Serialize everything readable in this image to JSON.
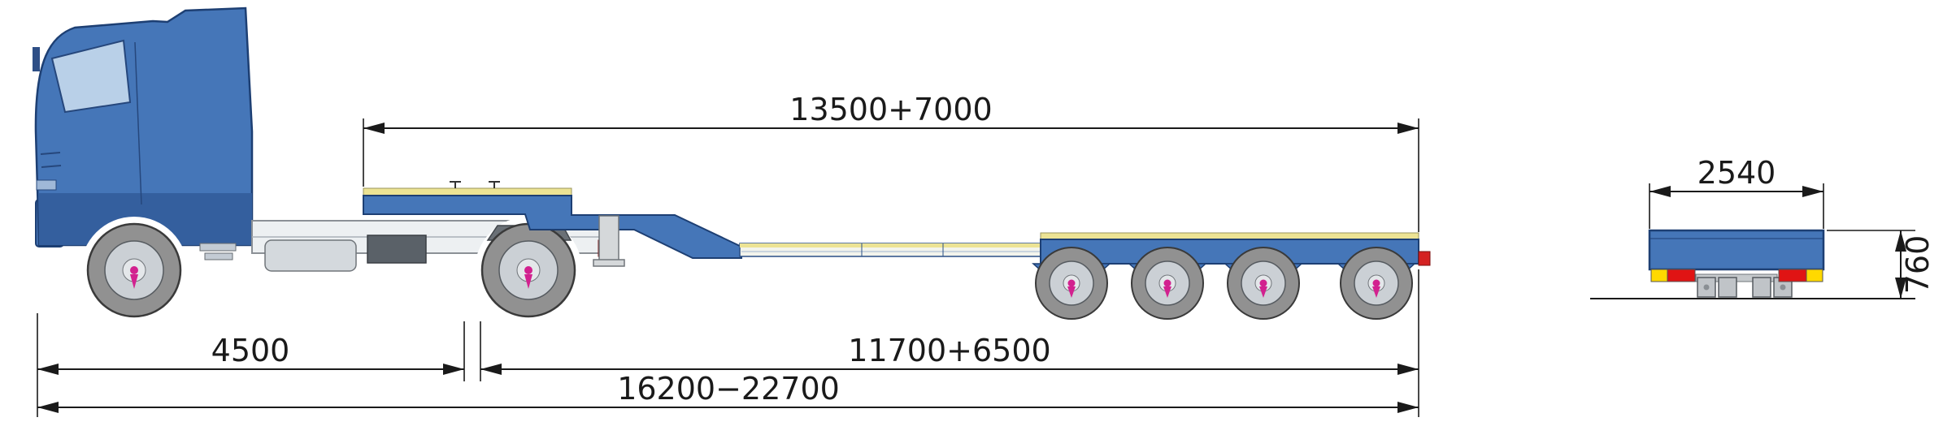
{
  "drawing": {
    "dimensions": {
      "deck_length": "13500+7000",
      "front_section_length": "4500",
      "loading_deck_length": "11700+6500",
      "overall_length": "16200−22700",
      "overall_width": "2540",
      "deck_height": "760"
    },
    "colors": {
      "body_blue": "#4576b8",
      "body_blue_dark": "#345f9e",
      "outline_blue": "#1d3f73",
      "window_blue": "#b9d0e8",
      "deck_yellow": "#ece394",
      "marker_red": "#e01414",
      "marker_yellow": "#ffd900",
      "chassis_grey": "#edf0f2",
      "tire_grey": "#919191",
      "rim_grey": "#cbd0d5",
      "hub_magenta": "#d2218f",
      "dimension_black": "#1a1a1a"
    }
  }
}
